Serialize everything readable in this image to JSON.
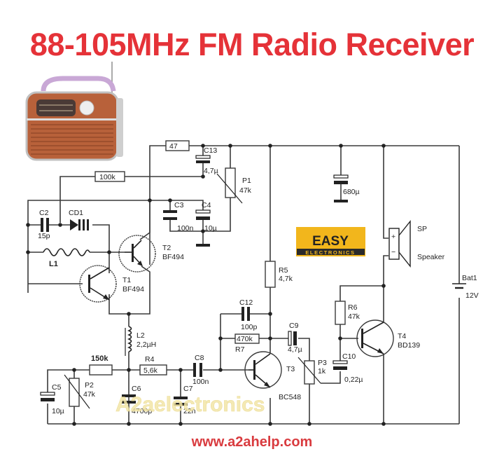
{
  "header": {
    "title": "88-105MHz FM Radio Receiver"
  },
  "footer": {
    "url": "www.a2ahelp.com"
  },
  "watermark": {
    "text": "A2aelectronics"
  },
  "logo": {
    "line1": "EASY",
    "line2": "ELECTRONICS",
    "bg_color": "#f2b61c",
    "band_color": "#2a2a2a"
  },
  "colors": {
    "title": "#e53238",
    "wire": "#3a3a3a",
    "radio_body": "#b8613a"
  },
  "radio_image": {
    "icon": "vintage-radio-icon"
  },
  "components": {
    "r47": {
      "value": "47"
    },
    "r100k": {
      "value": "100k"
    },
    "c13": {
      "name": "C13",
      "value": "4,7µ"
    },
    "p1": {
      "name": "P1",
      "value": "47k"
    },
    "c680": {
      "value": "680µ"
    },
    "c2": {
      "name": "C2",
      "value": "15p"
    },
    "cd1": {
      "name": "CD1"
    },
    "c3": {
      "name": "C3",
      "value": "100n"
    },
    "c4": {
      "name": "C4",
      "value": "10µ"
    },
    "l1": {
      "name": "L1"
    },
    "t1": {
      "name": "T1",
      "value": "BF494"
    },
    "t2": {
      "name": "T2",
      "value": "BF494"
    },
    "sp": {
      "name": "SP",
      "value": "Speaker",
      "plus": "+",
      "minus": "−"
    },
    "r5": {
      "name": "R5",
      "value": "4,7k"
    },
    "bat1": {
      "name": "Bat1",
      "value": "12V"
    },
    "l2": {
      "name": "L2",
      "value": "2,2µH"
    },
    "r150k": {
      "value": "150k"
    },
    "r4": {
      "name": "R4",
      "value": "5,6k"
    },
    "c8": {
      "name": "C8",
      "value": "100n"
    },
    "c12": {
      "name": "C12",
      "value": "100p"
    },
    "r7": {
      "name": "R7",
      "value": "470k"
    },
    "c9": {
      "name": "C9",
      "value": "4,7µ"
    },
    "p3": {
      "name": "P3",
      "value": "1k"
    },
    "r6": {
      "name": "R6",
      "value": "47k"
    },
    "t4": {
      "name": "T4",
      "value": "BD139"
    },
    "c10": {
      "name": "C10",
      "value": "0,22µ"
    },
    "t3": {
      "name": "T3",
      "value": "BC548"
    },
    "c5": {
      "name": "C5",
      "value": "10µ"
    },
    "p2": {
      "name": "P2",
      "value": "47k"
    },
    "c6": {
      "name": "C6",
      "value": "4700p"
    },
    "c7": {
      "name": "C7",
      "value": "22n"
    }
  }
}
